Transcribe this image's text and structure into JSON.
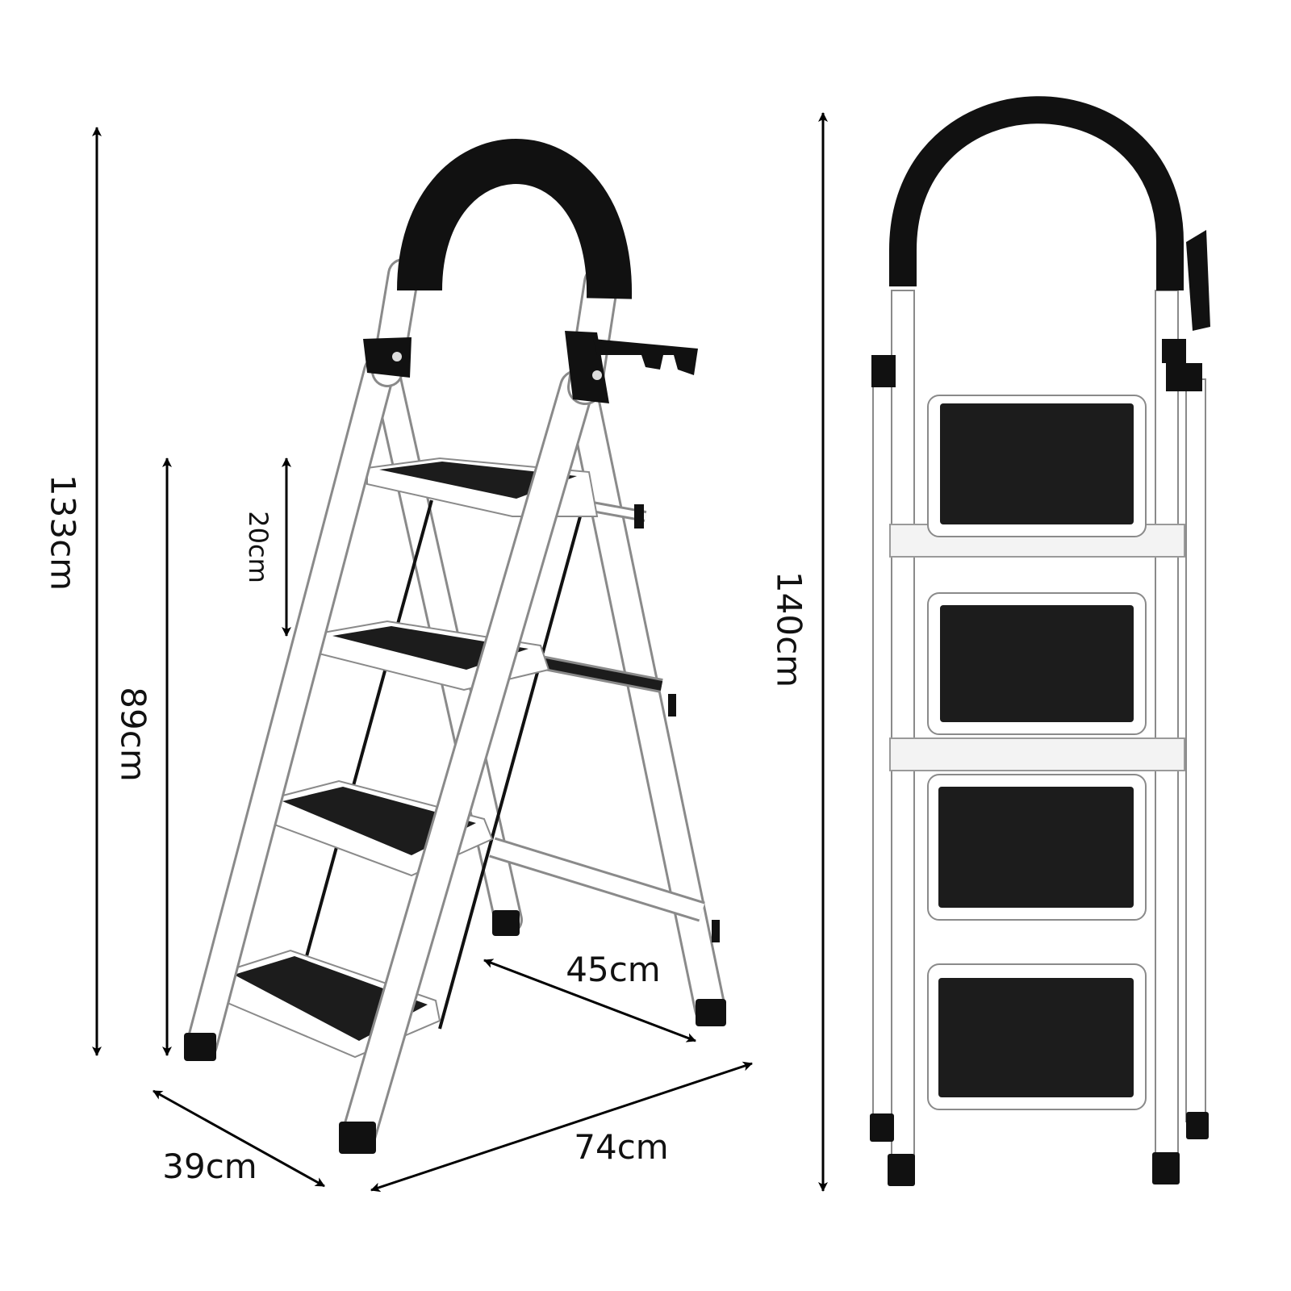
{
  "dimensions": {
    "total_height_angled": "133cm",
    "top_step_height": "89cm",
    "step_spacing": "20cm",
    "rear_leg_spread": "45cm",
    "side_width": "39cm",
    "base_depth": "74cm",
    "total_height_unfolded": "140cm"
  },
  "colors": {
    "frame": "#ffffff",
    "frame_outline": "#8a8a8a",
    "grip": "#111111",
    "tread": "#1c1c1c",
    "arrow": "#000000"
  }
}
